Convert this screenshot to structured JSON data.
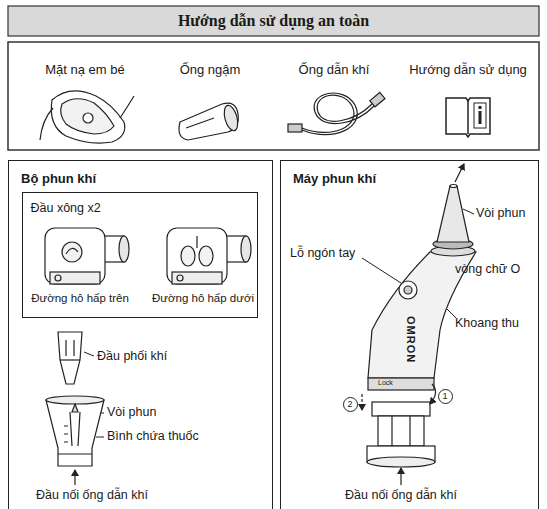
{
  "diagram": {
    "title": "Hướng dẫn sử dụng an toàn",
    "nodes": [
      {
        "text": [
          "Bộ phun khí"
        ]
      },
      {
        "text": [
          "Đầu xông x2"
        ],
        "in": 0
      },
      {
        "text": [
          "Máy phun khí"
        ]
      }
    ],
    "labels": [
      "Mặt nạ em bé",
      "Ống ngậm",
      "Ống dẫn khí",
      "Hướng dẫn sử dụng",
      "Đường hô hấp trên",
      "Đường hô hấp dưới",
      "Đầu phối khí",
      "Vòi phun",
      "Bình chứa thuốc",
      "Đầu nối ống dẫn khí",
      "Vòi phun",
      "Lỗ ngón tay",
      "vòng chữ O",
      "Khoang thu",
      "OMRON",
      "Lock",
      "1",
      "2",
      "Đầu nối ống dẫn khí"
    ]
  }
}
